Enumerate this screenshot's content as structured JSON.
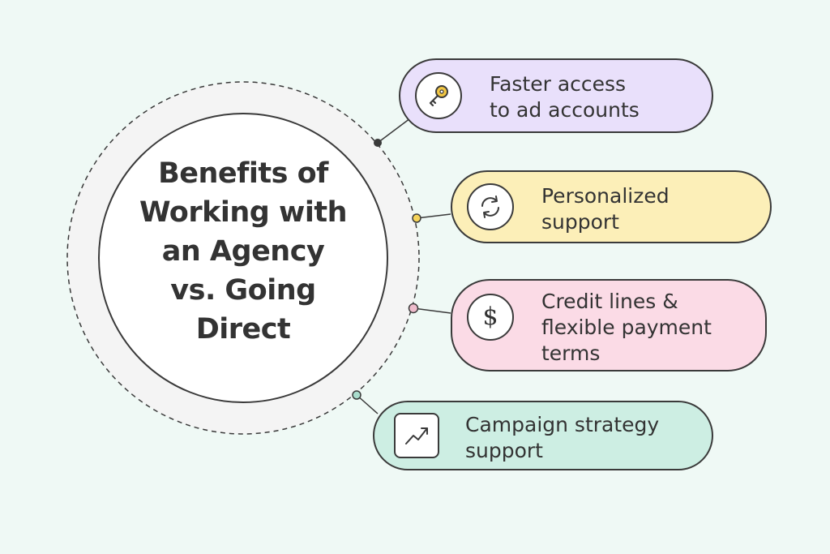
{
  "title": {
    "lines": [
      "Benefits of",
      "Working with",
      "an Agency",
      "vs. Going",
      "Direct"
    ]
  },
  "benefits": [
    {
      "lines": [
        "Faster access",
        "to ad accounts"
      ],
      "icon": "key-icon",
      "color": "#e9e0fb",
      "dot_color": "#3a3a3a"
    },
    {
      "lines": [
        "Personalized",
        "support"
      ],
      "icon": "refresh-icon",
      "color": "#fcefb8",
      "dot_color": "#f5d35a"
    },
    {
      "lines": [
        "Credit lines &",
        "flexible payment",
        "terms"
      ],
      "icon": "dollar-icon",
      "color": "#fbdbe6",
      "dot_color": "#eebccc"
    },
    {
      "lines": [
        "Campaign strategy",
        "support"
      ],
      "icon": "trend-up-icon",
      "color": "#cdeee3",
      "dot_color": "#a9dccc"
    }
  ],
  "colors": {
    "background": "#eff9f5",
    "outline": "#3a3a3a",
    "ring": "#f4f4f4",
    "key": "#f2c744"
  }
}
